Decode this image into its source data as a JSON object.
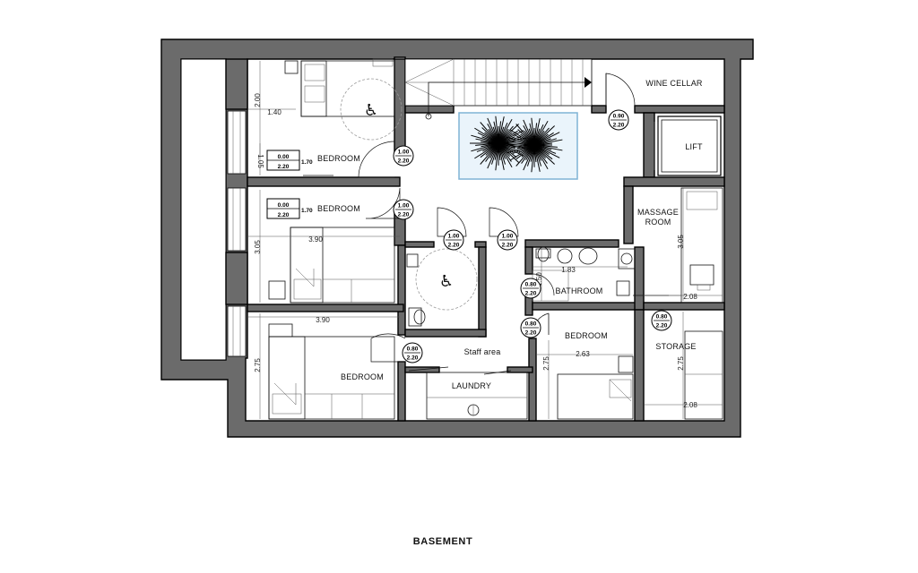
{
  "title": "BASEMENT",
  "rooms": {
    "bedroom_1": "BEDROOM",
    "bedroom_2": "BEDROOM",
    "bedroom_3": "BEDROOM",
    "bedroom_4": "BEDROOM",
    "wine_cellar": "WINE CELLAR",
    "lift": "LIFT",
    "massage_line1": "MASSAGE",
    "massage_line2": "ROOM",
    "bathroom": "BATHROOM",
    "storage": "STORAGE",
    "staff_area": "Staff area",
    "laundry": "LAUNDRY"
  },
  "dimensions": {
    "d_200": "2.00",
    "d_140": "1.40",
    "d_105": "1.05",
    "d_390a": "3.90",
    "d_305a": "3.05",
    "d_390b": "3.90",
    "d_275a": "2.75",
    "d_183": "1.83",
    "d_150": "1.50",
    "d_263": "2.63",
    "d_275b": "2.75",
    "d_305b": "3.05",
    "d_208a": "2.08",
    "d_275c": "2.75",
    "d_208b": "2.08"
  },
  "window_tags": {
    "w1_top": "0.00",
    "w1_bottom": "2.20",
    "w1_side": "1.70",
    "w2_top": "0.00",
    "w2_bottom": "2.20",
    "w2_side": "1.70"
  },
  "door_tags": {
    "dt1": [
      "1.00",
      "2.20"
    ],
    "dt2": [
      "1.00",
      "2.20"
    ],
    "dt3": [
      "1.00",
      "2.20"
    ],
    "dt4": [
      "1.00",
      "2.20"
    ],
    "dt5": [
      "0.90",
      "2.20"
    ],
    "dt6": [
      "0.80",
      "2.20"
    ],
    "dt7": [
      "0.80",
      "2.20"
    ],
    "dt8": [
      "0.80",
      "2.20"
    ],
    "dt9": [
      "0.80",
      "2.20"
    ]
  },
  "icons": [
    "wheelchair-accessible-icon",
    "chandelier-icon",
    "bed-icon",
    "toilet-icon",
    "sink-icon",
    "shower-drain-icon"
  ]
}
